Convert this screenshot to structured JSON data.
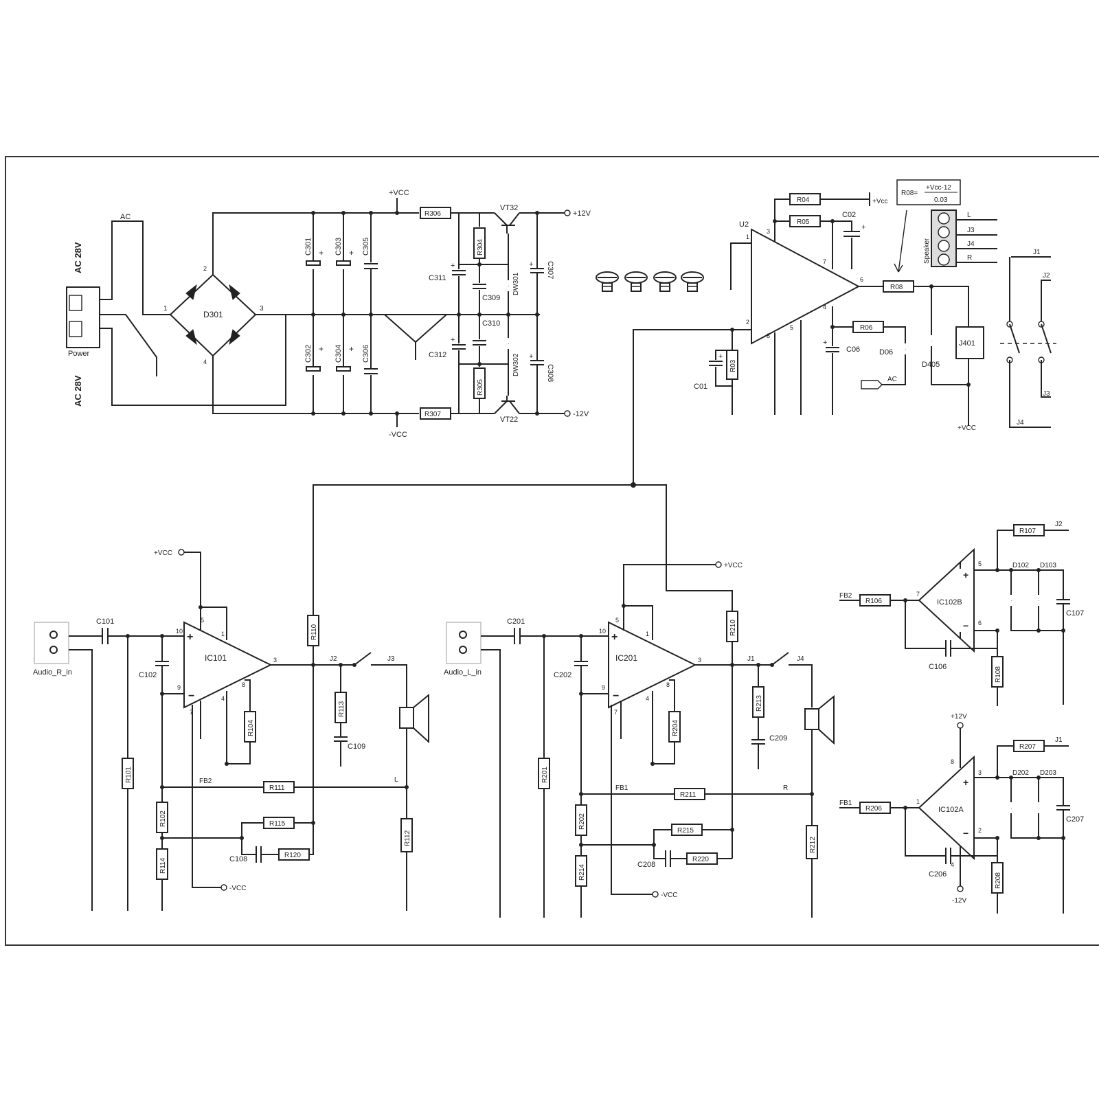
{
  "power": {
    "ac_top": "AC 28V",
    "ac_bottom": "AC 28V",
    "power_label": "Power",
    "ac_net": "AC",
    "bridge": "D301",
    "bridge_pins": [
      "1",
      "2",
      "3",
      "4"
    ],
    "vcc_pos": "+VCC",
    "vcc_neg": "-VCC",
    "rail_pos": "+12V",
    "rail_neg": "-12V",
    "caps": [
      "C301",
      "C303",
      "C305",
      "C302",
      "C304",
      "C306"
    ],
    "r_top": "R306",
    "r_bot": "R307",
    "r_v1": "R304",
    "r_v2": "R305",
    "c311": "C311",
    "c312": "C312",
    "c309": "C309",
    "c310": "C310",
    "c307": "C307",
    "c308": "C308",
    "zener1": "DW301",
    "zener2": "DW302",
    "t_top": "VT32",
    "t_bot": "VT22"
  },
  "protect": {
    "u": "U2",
    "r04": "R04",
    "r05": "R05",
    "c02": "C02",
    "vcc": "+Vcc",
    "r08": "R08",
    "r06": "R06",
    "c06": "C06",
    "d06": "D06",
    "d405": "D405",
    "relay": "J401",
    "r03": "R03",
    "c01": "C01",
    "ac": "AC",
    "vcc_out": "+VCC",
    "pins": [
      "1",
      "2",
      "3",
      "4",
      "5",
      "6",
      "7",
      "8"
    ],
    "formula_lhs": "R08=",
    "formula_num": "+Vcc-12",
    "formula_den": "0.03",
    "speaker_conn": "Speaker",
    "conn_nets": [
      "L",
      "J3",
      "J4",
      "R"
    ],
    "relay_contacts": [
      "J1",
      "J2",
      "J3",
      "J4"
    ]
  },
  "right_ch": {
    "input": "Audio_R_in",
    "c101": "C101",
    "c102": "C102",
    "ic": "IC101",
    "vcc": "+VCC",
    "vee": "-VCC",
    "r101": "R101",
    "r102": "R102",
    "r104": "R104",
    "r110": "R110",
    "r111": "R111",
    "r112": "R112",
    "r113": "R113",
    "r114": "R114",
    "r115": "R115",
    "r120": "R120",
    "c108": "C108",
    "c109": "C109",
    "fb": "FB2",
    "j_a": "J2",
    "j_b": "J3",
    "net": "L",
    "pins": [
      "10",
      "9",
      "3",
      "5",
      "7",
      "1",
      "8",
      "4"
    ]
  },
  "left_ch": {
    "input": "Audio_L_in",
    "c201": "C201",
    "c202": "C202",
    "ic": "IC201",
    "vcc": "+VCC",
    "vee": "-VCC",
    "r201": "R201",
    "r202": "R202",
    "r204": "R204",
    "r210": "R210",
    "r211": "R211",
    "r212": "R212",
    "r213": "R213",
    "r214": "R214",
    "r215": "R215",
    "r220": "R220",
    "c208": "C208",
    "c209": "C209",
    "fb": "FB1",
    "j_a": "J1",
    "j_b": "J4",
    "net": "R",
    "pins": [
      "10",
      "9",
      "3",
      "5",
      "7",
      "1",
      "8",
      "4"
    ]
  },
  "led_b": {
    "ic": "IC102B",
    "fb": "FB2",
    "r106": "R106",
    "r107": "R107",
    "r108": "R108",
    "c106": "C106",
    "c107": "C107",
    "d102": "D102",
    "d103": "D103",
    "j": "J2",
    "pins": [
      "7",
      "5",
      "6"
    ]
  },
  "led_a": {
    "ic": "IC102A",
    "fb": "FB1",
    "r206": "R206",
    "r207": "R207",
    "r208": "R208",
    "c206": "C206",
    "c207": "C207",
    "d202": "D202",
    "d203": "D203",
    "j": "J1",
    "vpos": "+12V",
    "vneg": "-12V",
    "pins": [
      "1",
      "3",
      "2",
      "8",
      "4"
    ]
  }
}
